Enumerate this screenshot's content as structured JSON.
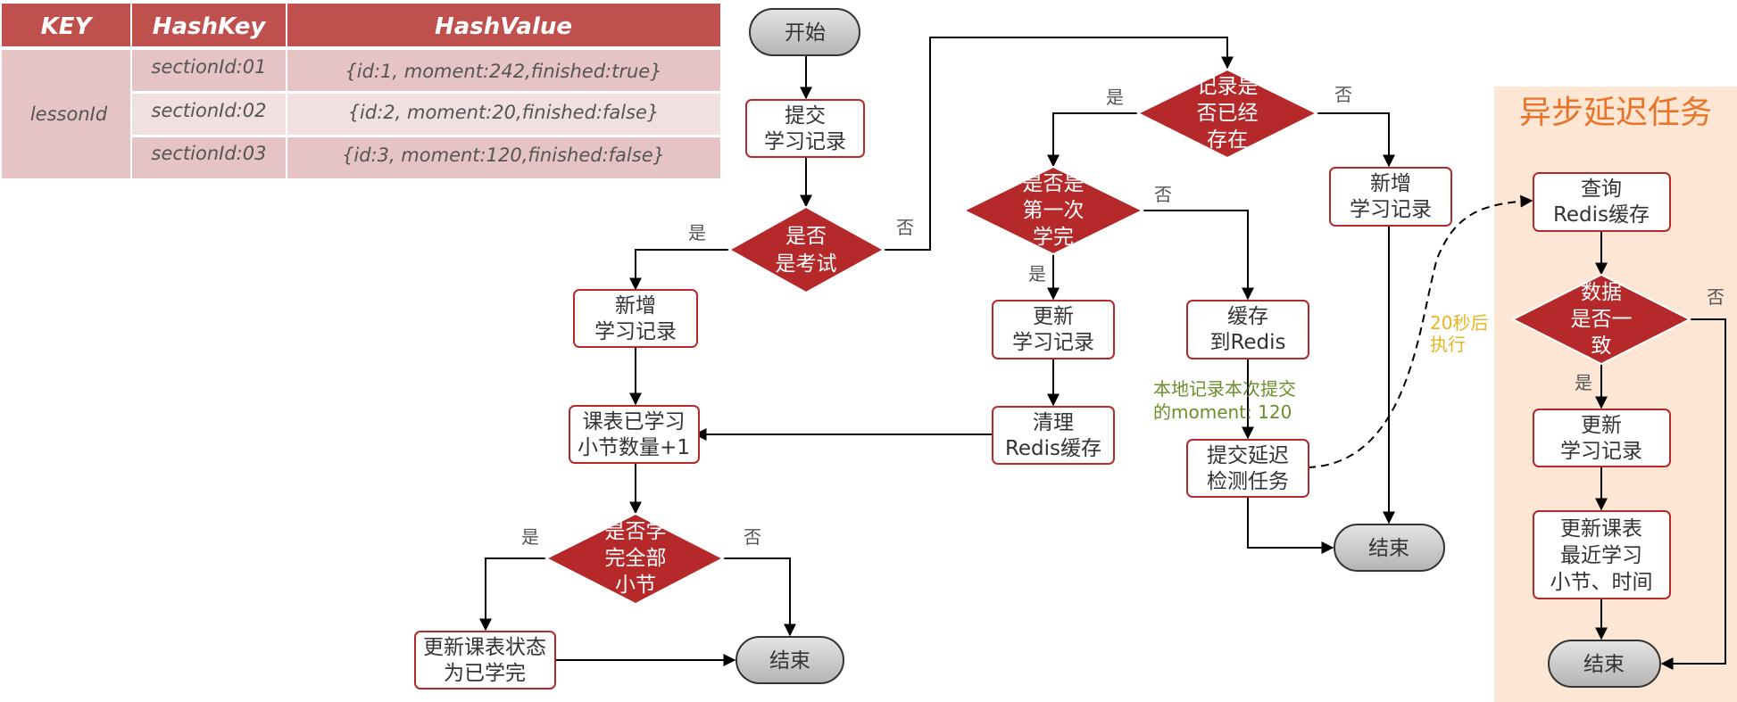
{
  "table": {
    "headers": [
      "KEY",
      "HashKey",
      "HashValue"
    ],
    "key": "lessonId",
    "rows": [
      {
        "hashkey": "sectionId:01",
        "value": "{id:1, moment:242,finished:true}"
      },
      {
        "hashkey": "sectionId:02",
        "value": "{id:2, moment:20,finished:false}"
      },
      {
        "hashkey": "sectionId:03",
        "value": "{id:3, moment:120,finished:false}"
      }
    ]
  },
  "nodes": {
    "start": "开始",
    "submit": [
      "提交",
      "学习记录"
    ],
    "is_exam": [
      "是否",
      "是考试"
    ],
    "add_record_left": [
      "新增",
      "学习记录"
    ],
    "lesson_count": [
      "课表已学习",
      "小节数量+1"
    ],
    "all_done": [
      "是否学",
      "完全部",
      "小节"
    ],
    "update_lesson_status": [
      "更新课表状态",
      "为已学完"
    ],
    "end_left": "结束",
    "record_exists": [
      "记录是",
      "否已经",
      "存在"
    ],
    "first_finish": [
      "是否是",
      "第一次",
      "学完"
    ],
    "update_record_mid": [
      "更新",
      "学习记录"
    ],
    "clean_redis": [
      "清理",
      "Redis缓存"
    ],
    "cache_redis": [
      "缓存",
      "到Redis"
    ],
    "submit_delay": [
      "提交延迟",
      "检测任务"
    ],
    "add_record_right": [
      "新增",
      "学习记录"
    ],
    "end_mid": "结束",
    "query_redis": [
      "查询",
      "Redis缓存"
    ],
    "data_consistent": [
      "数据",
      "是否一",
      "致"
    ],
    "update_record_async": [
      "更新",
      "学习记录"
    ],
    "update_lesson_recent": [
      "更新课表",
      "最近学习",
      "小节、时间"
    ],
    "end_right": "结束"
  },
  "labels": {
    "yes": "是",
    "no": "否",
    "local_note": [
      "本地记录本次提交",
      "的moment: 120"
    ],
    "delay_note": [
      "20秒后",
      "执行"
    ],
    "async_title": "异步延迟任务"
  },
  "colors": {
    "table_header": "#c0504d",
    "table_body": "#e6c3c4",
    "diamond": "#b5292a",
    "box_border": "#b5292a",
    "oval_fill": "#c8c8c8",
    "async_bg": "#fde6d3",
    "async_title": "#e8742a",
    "note_green": "#6a8f2a",
    "note_yellow": "#e8b420"
  }
}
